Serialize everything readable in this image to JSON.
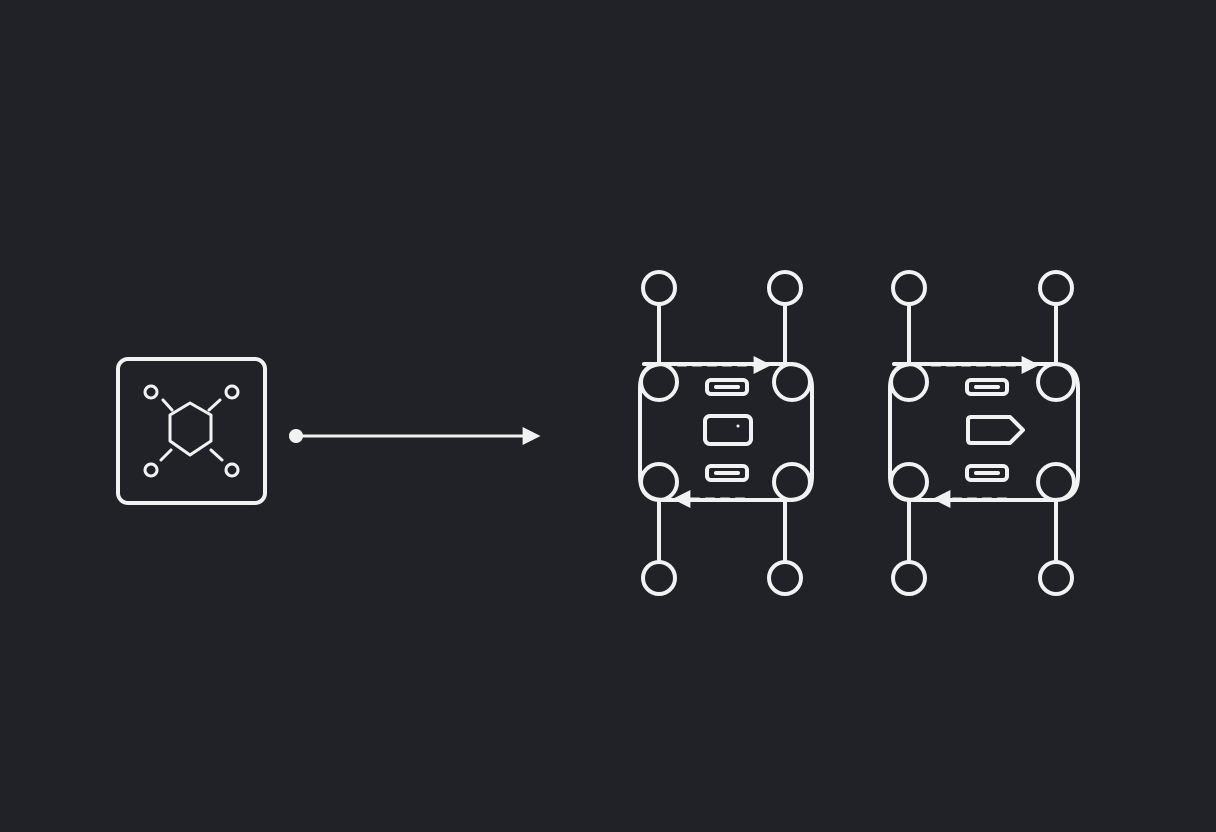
{
  "theme": {
    "background": "#202227",
    "line": "#f2f2f2"
  },
  "diagram": {
    "source": {
      "icon": "molecule-network-icon",
      "satellite_nodes": 4
    },
    "connector": {
      "icon": "arrow-connector-icon",
      "start_marker": "dot",
      "end_marker": "arrowhead"
    },
    "modules": [
      {
        "id": "module-a",
        "terminal_nodes": 8,
        "inner_icon": "card-icon",
        "flow": [
          "top-right",
          "bottom-left"
        ]
      },
      {
        "id": "module-b",
        "terminal_nodes": 8,
        "inner_icon": "tag-icon",
        "flow": [
          "top-right",
          "bottom-left"
        ]
      }
    ]
  }
}
